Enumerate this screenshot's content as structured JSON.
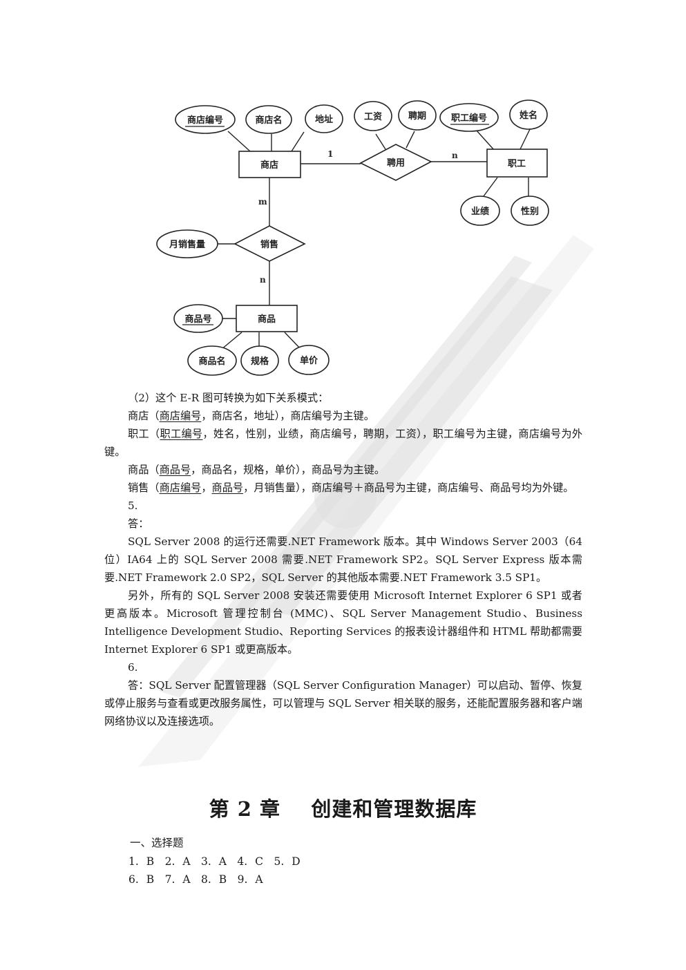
{
  "er_diagram": {
    "entities": [
      {
        "id": "store",
        "label": "商店"
      },
      {
        "id": "employee",
        "label": "职工"
      },
      {
        "id": "product",
        "label": "商品"
      }
    ],
    "relationships": [
      {
        "id": "hire",
        "label": "聘用",
        "between": [
          "商店",
          "职工"
        ],
        "cardinality": [
          "1",
          "n"
        ]
      },
      {
        "id": "sale",
        "label": "销售",
        "between": [
          "商店",
          "商品"
        ],
        "cardinality": [
          "m",
          "n"
        ]
      }
    ],
    "attributes": {
      "store": [
        "商店编号",
        "商店名",
        "地址"
      ],
      "hire": [
        "工资",
        "聘期"
      ],
      "employee": [
        "职工编号",
        "姓名",
        "业绩",
        "性别"
      ],
      "sale": [
        "月销售量"
      ],
      "product": [
        "商品号",
        "商品名",
        "规格",
        "单价"
      ]
    },
    "key_attributes": [
      "商店编号",
      "职工编号",
      "商品号"
    ],
    "labels": {
      "hire_left": "1",
      "hire_right": "n",
      "sale_top": "m",
      "sale_bottom": "n"
    }
  },
  "section2": {
    "intro": "（2）这个 E-R 图可转换为如下关系模式：",
    "store": {
      "pre": "商店（",
      "key": "商店编号",
      "post": "，商店名，地址），商店编号为主键。"
    },
    "employee": {
      "pre": "职工（",
      "key": "职工编号",
      "post": "，姓名，性别，业绩，商店编号，聘期，工资），职工编号为主键，商店编号为外键。"
    },
    "product": {
      "pre": "商品（",
      "key": "商品号",
      "post": "，商品名，规格，单价），商品号为主键。"
    },
    "sale": {
      "pre": "销售（",
      "key1": "商店编号",
      "sep": "，",
      "key2": "商品号",
      "post": "，月销售量），商店编号＋商品号为主键，商店编号、商品号均为外键。"
    }
  },
  "q5": {
    "number": "5.",
    "answer_label": "答：",
    "para1": "SQL Server 2008 的运行还需要.NET Framework 版本。其中 Windows Server 2003（64 位）IA64 上的 SQL Server 2008 需要.NET Framework SP2。SQL Server Express 版本需要.NET Framework 2.0 SP2，SQL Server 的其他版本需要.NET Framework 3.5 SP1。",
    "para2": "另外，所有的 SQL Server 2008 安装还需要使用 Microsoft Internet Explorer 6 SP1 或者更高版本。Microsoft 管理控制台 (MMC)、SQL Server Management Studio、Business Intelligence Development Studio、Reporting Services 的报表设计器组件和 HTML 帮助都需要 Internet Explorer 6 SP1 或更高版本。"
  },
  "q6": {
    "number": "6.",
    "answer": "答：SQL Server 配置管理器（SQL Server Configuration Manager）可以启动、暂停、恢复或停止服务与查看或更改服务属性，可以管理与 SQL Server 相关联的服务，还能配置服务器和客户端网络协议以及连接选项。"
  },
  "chapter": {
    "prefix": "第",
    "number": "2",
    "suffix": "章",
    "title": "创建和管理数据库"
  },
  "choice_section": {
    "heading": "一、选择题",
    "row1": "1. B　2. A　3. A　4. C　5. D",
    "row2": "6. B　7. A　8. B　9. A"
  }
}
